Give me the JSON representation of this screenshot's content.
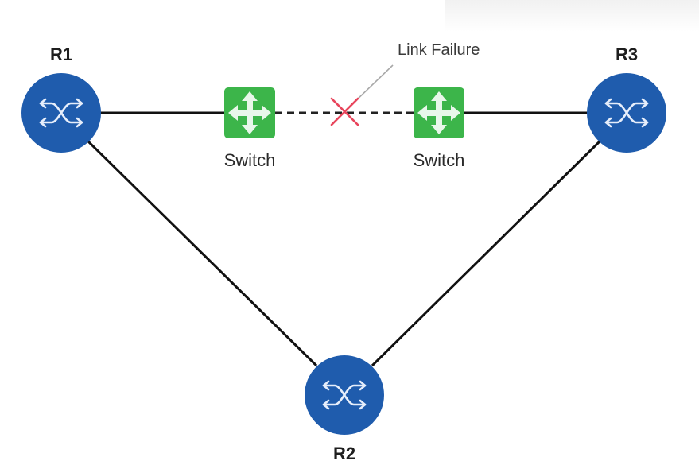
{
  "diagram": {
    "type": "network-topology",
    "colors": {
      "router_fill": "#1f5cad",
      "router_glyph": "#e6eefb",
      "switch_fill": "#3cb54a",
      "switch_glyph": "#e8f7ea",
      "link": "#111111",
      "failure_mark": "#e8455c",
      "leader_line": "#a8a8a8"
    },
    "nodes": [
      {
        "id": "R1",
        "kind": "router",
        "label": "R1"
      },
      {
        "id": "SW1",
        "kind": "switch",
        "label": "Switch"
      },
      {
        "id": "SW2",
        "kind": "switch",
        "label": "Switch"
      },
      {
        "id": "R3",
        "kind": "router",
        "label": "R3"
      },
      {
        "id": "R2",
        "kind": "router",
        "label": "R2"
      }
    ],
    "links": [
      {
        "from": "R1",
        "to": "SW1",
        "style": "solid",
        "status": "up"
      },
      {
        "from": "SW1",
        "to": "SW2",
        "style": "dashed",
        "status": "failed"
      },
      {
        "from": "SW2",
        "to": "R3",
        "style": "solid",
        "status": "up"
      },
      {
        "from": "R1",
        "to": "R2",
        "style": "solid",
        "status": "up"
      },
      {
        "from": "R3",
        "to": "R2",
        "style": "solid",
        "status": "up"
      }
    ],
    "annotations": [
      {
        "target": "SW1-SW2",
        "icon": "x-failure-icon",
        "label": "Link Failure"
      }
    ]
  }
}
